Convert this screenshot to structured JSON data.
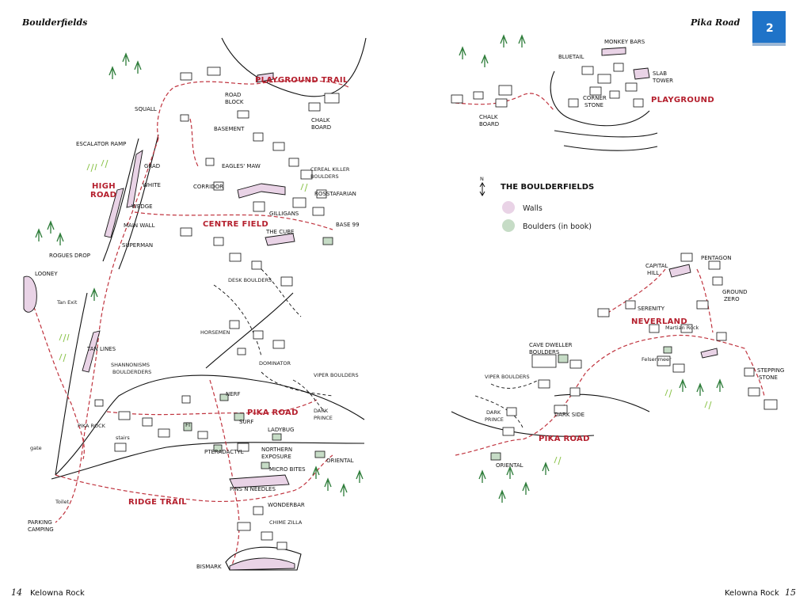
{
  "left_page": {
    "header_title": "Boulderfields",
    "page_number": "14",
    "book_title": "Kelowna Rock"
  },
  "right_page": {
    "header_title": "Pika Road",
    "chapter_badge": "2",
    "page_number": "15",
    "book_title": "Kelowna Rock"
  },
  "legend": {
    "north_marker": "N",
    "title": "THE BOULDERFIELDS",
    "items": [
      {
        "label": "Walls",
        "color": "#e9d3e6"
      },
      {
        "label": "Boulders (in book)",
        "color": "#c6dcc6"
      }
    ]
  },
  "colors": {
    "trail_red": "#c0343f",
    "area_label_red": "#b5202e",
    "wall_fill": "#e9d3e6",
    "boulder_fill": "#c6dcc6",
    "tree_green": "#2e7d3a",
    "badge_blue": "#1f73c8"
  },
  "left_map": {
    "area_labels": {
      "playground_trail": "PLAYGROUND TRAIL",
      "high_road_1": "HIGH",
      "high_road_2": "ROAD",
      "centre_field": "CENTRE FIELD",
      "pika_road": "PIKA ROAD",
      "ridge_trail": "RIDGE TRAIL"
    },
    "labels": {
      "squall": "SQUALL",
      "road_block_1": "ROAD",
      "road_block_2": "BLOCK",
      "chalk_board_1": "CHALK",
      "chalk_board_2": "BOARD",
      "basement": "BASEMENT",
      "escalator_ramp": "ESCALATOR RAMP",
      "grad": "GRAD",
      "eagles_maw": "EAGLES' MAW",
      "cereal_killer_1": "CEREAL KILLER",
      "cereal_killer_2": "BOULDERS",
      "white": "WHITE",
      "corridor": "CORRIDOR",
      "rosstafarian": "ROSSTAFARIAN",
      "wedge": "WEDGE",
      "gilligans": "GILLIGANS",
      "main_wall": "MAIN WALL",
      "the_cube": "THE CUBE",
      "base_99": "BASE 99",
      "superman": "SUPERMAN",
      "rogues_drop": "ROGUES DROP",
      "looney": "LOONEY",
      "desk_boulders": "DESK BOULDERS",
      "tan_exit": "Tan Exit",
      "horsemen": "HORSEMEN",
      "tan_lines": "TAN LINES",
      "dominator": "DOMINATOR",
      "shannonisms_1": "SHANNONISMS",
      "shannonisms_2": "BOULDERDERS",
      "viper_boulders": "VIPER BOULDERS",
      "nerf": "NERF",
      "dark_prince_1": "DARK",
      "dark_prince_2": "PRINCE",
      "pika_rock": "PIKA ROCK",
      "stairs": "stairs",
      "fi": "FI",
      "surf": "SURF",
      "ladybug": "LADYBUG",
      "gate": "gate",
      "pteradactyl": "PTERADACTYL",
      "northern_exposure_1": "NORTHERN",
      "northern_exposure_2": "EXPOSURE",
      "oriental": "ORIENTAL",
      "micro_bites": "MICRO BITES",
      "pins_n_needles": "PINS N NEEDLES",
      "toilet": "Toilet",
      "wonderbar": "WONDERBAR",
      "parking_1": "PARKING",
      "parking_2": "CAMPING",
      "chime_zilla": "CHIME ZILLA",
      "bismark": "BISMARK"
    }
  },
  "right_map": {
    "area_labels": {
      "playground": "PLAYGROUND",
      "neverland": "NEVERLAND",
      "pika_road": "PIKA ROAD"
    },
    "labels": {
      "monkey_bars": "MONKEY BARS",
      "bluetail": "BLUETAIL",
      "slab_tower_1": "SLAB",
      "slab_tower_2": "TOWER",
      "corner_stone_1": "CORNER",
      "corner_stone_2": "STONE",
      "chalk_board_1": "CHALK",
      "chalk_board_2": "BOARD",
      "pentagon": "PENTAGON",
      "capital_hill_1": "CAPITAL",
      "capital_hill_2": "HILL",
      "ground_zero_1": "GROUND",
      "ground_zero_2": "ZERO",
      "serenity": "SERENITY",
      "martian_rock": "Martian Rock",
      "cave_dweller_1": "CAVE DWELLER",
      "cave_dweller_2": "BOULDERS",
      "felsenmeer": "Felsenmeer",
      "stepping_stone_1": "STEPPING",
      "stepping_stone_2": "STONE",
      "viper_boulders": "VIPER BOULDERS",
      "dark_prince_1": "DARK",
      "dark_prince_2": "PRINCE",
      "dark_side": "DARK SIDE",
      "oriental": "ORIENTAL"
    }
  }
}
